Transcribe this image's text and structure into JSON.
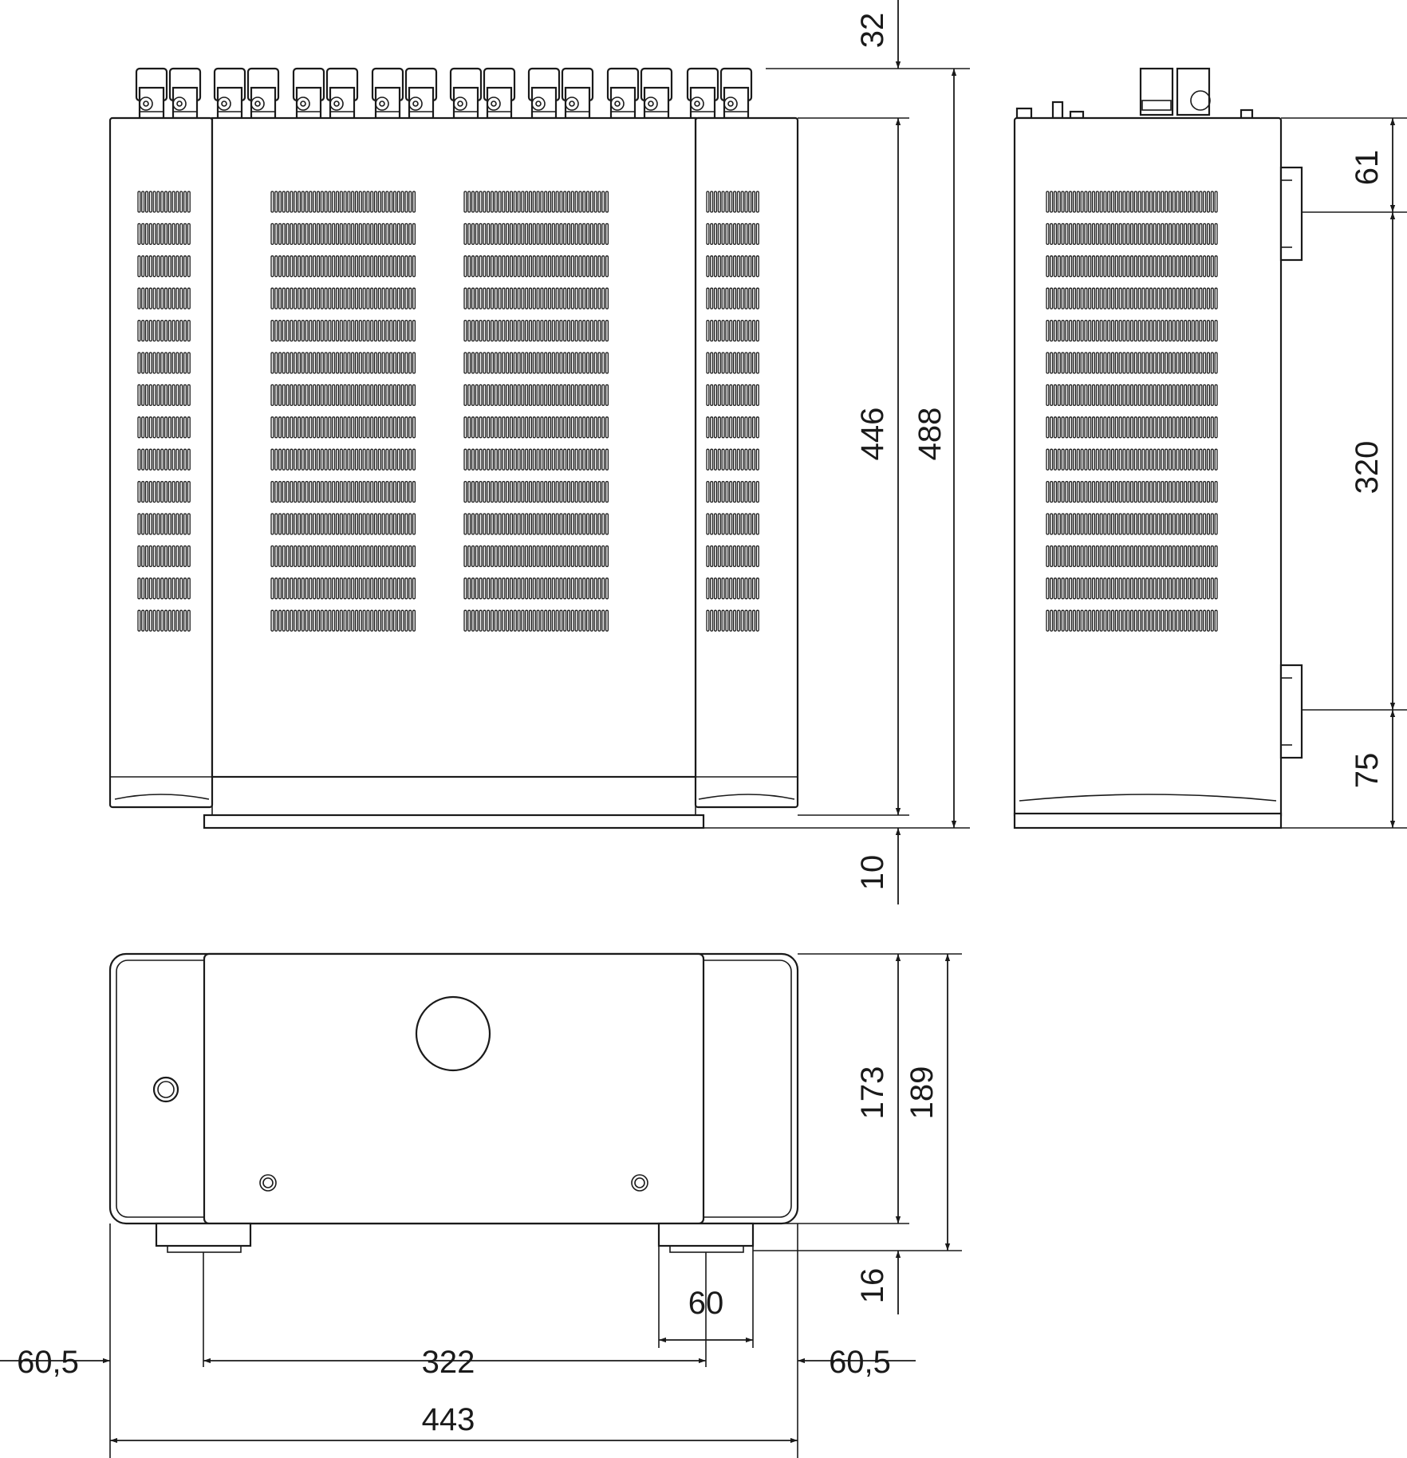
{
  "dimensions": {
    "top_view": {
      "terminal_overhang": "32",
      "body_depth": "446",
      "total_depth": "488",
      "front_foot_offset": "10"
    },
    "side_view": {
      "rear_to_foot": "61",
      "foot_spacing": "320",
      "front_to_foot": "75"
    },
    "front_view": {
      "body_height": "173",
      "total_height": "189",
      "foot_height": "16",
      "foot_width": "60",
      "left_offset": "60,5",
      "foot_spacing": "322",
      "right_offset": "60,5",
      "total_width": "443"
    }
  }
}
